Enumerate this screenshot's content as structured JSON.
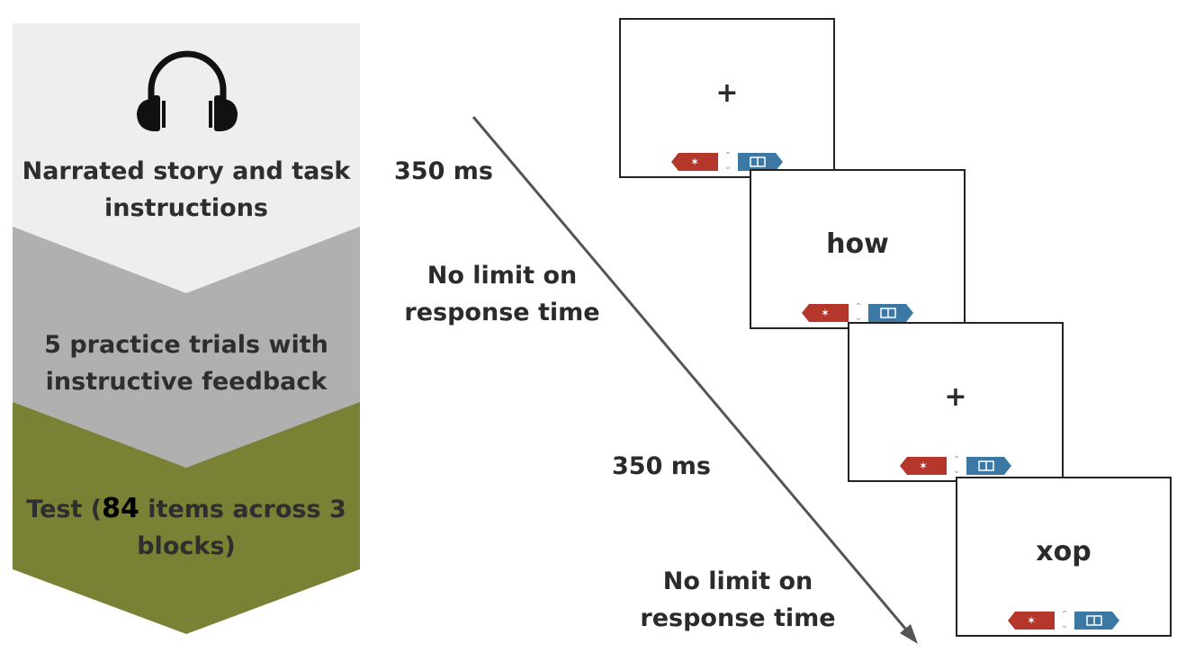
{
  "flow": {
    "step1": "Narrated story and task instructions",
    "step2": "5  practice trials with instructive feedback",
    "step3": {
      "prefix": "Test (",
      "count": "84",
      "suffix": " items across 3 blocks)"
    }
  },
  "timing": {
    "fixation1": "350 ms",
    "response1": "No limit on response time",
    "fixation2": "350 ms",
    "response2": "No limit on response time"
  },
  "screens": [
    {
      "stimulus": "+"
    },
    {
      "stimulus": "how"
    },
    {
      "stimulus": "+"
    },
    {
      "stimulus": "xop"
    }
  ],
  "icons": {
    "headphones": "headphones-icon",
    "wand": "magic-wand-icon",
    "arrows": "up-down-arrows-icon",
    "book": "book-icon"
  },
  "colors": {
    "step1": "#eeeeee",
    "step2": "#b0b0b0",
    "step3": "#7a8034",
    "red_button": "#b5362a",
    "blue_button": "#3c78a4"
  }
}
